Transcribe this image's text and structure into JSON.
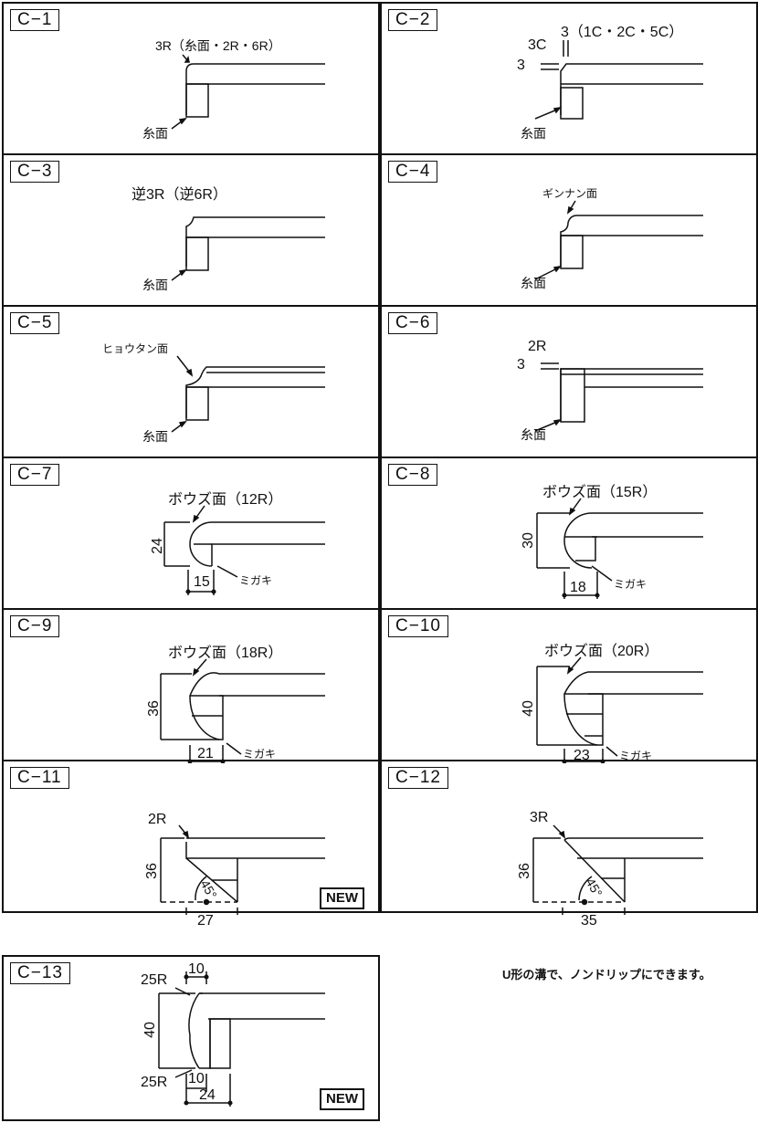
{
  "cells": [
    {
      "code": "C−1",
      "labels": [
        "3R（糸面・2R・6R）",
        "糸面"
      ]
    },
    {
      "code": "C−2",
      "labels": [
        "3（1C・2C・5C）",
        "3C",
        "3",
        "糸面"
      ]
    },
    {
      "code": "C−3",
      "labels": [
        "逆3R（逆6R）",
        "糸面"
      ]
    },
    {
      "code": "C−4",
      "labels": [
        "ギンナン面",
        "糸面"
      ]
    },
    {
      "code": "C−5",
      "labels": [
        "ヒョウタン面",
        "糸面"
      ]
    },
    {
      "code": "C−6",
      "labels": [
        "2R",
        "3",
        "糸面"
      ]
    },
    {
      "code": "C−7",
      "labels": [
        "ボウズ面（12R）",
        "24",
        "15",
        "ミガキ"
      ]
    },
    {
      "code": "C−8",
      "labels": [
        "ボウズ面（15R）",
        "30",
        "18",
        "ミガキ"
      ]
    },
    {
      "code": "C−9",
      "labels": [
        "ボウズ面（18R）",
        "36",
        "21",
        "ミガキ"
      ]
    },
    {
      "code": "C−10",
      "labels": [
        "ボウズ面（20R）",
        "40",
        "23",
        "ミガキ"
      ]
    },
    {
      "code": "C−11",
      "labels": [
        "2R",
        "36",
        "45°",
        "27"
      ],
      "badge": "NEW"
    },
    {
      "code": "C−12",
      "labels": [
        "3R",
        "36",
        "45°",
        "35"
      ]
    },
    {
      "code": "C−13",
      "labels": [
        "25R",
        "10",
        "40",
        "25R",
        "10",
        "24"
      ],
      "badge": "NEW"
    }
  ],
  "note": "U形の溝で、ノンドリップにできます。"
}
